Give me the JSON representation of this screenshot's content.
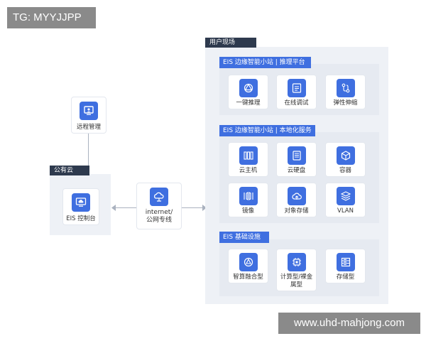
{
  "watermarks": {
    "top_left": "TG: MYYJJPP",
    "bottom_right": "www.uhd-mahjong.com"
  },
  "public_cloud": {
    "title": "公有云",
    "console_label": "EIS 控制台",
    "console_icon": "cloud-monitor-icon"
  },
  "remote": {
    "label": "远程管理",
    "icon": "remote-monitor-icon"
  },
  "network": {
    "label": "internet/\n公网专线",
    "icon": "cloud-network-icon"
  },
  "user_site": {
    "title": "用户现场",
    "sections": [
      {
        "header": "EIS 边缘智能小站 | 推理平台",
        "items": [
          {
            "label": "一键推理",
            "icon": "inference-icon"
          },
          {
            "label": "在线调试",
            "icon": "debug-icon"
          },
          {
            "label": "弹性伸缩",
            "icon": "scaling-icon"
          }
        ]
      },
      {
        "header": "EIS 边缘智能小站 | 本地化服务",
        "items": [
          {
            "label": "云主机",
            "icon": "server-icon"
          },
          {
            "label": "云硬盘",
            "icon": "disk-icon"
          },
          {
            "label": "容器",
            "icon": "container-icon"
          },
          {
            "label": "镜像",
            "icon": "mirror-icon"
          },
          {
            "label": "对象存储",
            "icon": "object-storage-icon"
          },
          {
            "label": "VLAN",
            "icon": "vlan-icon"
          }
        ]
      },
      {
        "header": "EIS 基础设施",
        "items": [
          {
            "label": "智算融合型",
            "icon": "fusion-icon"
          },
          {
            "label": "计算型/裸金\n属型",
            "icon": "chip-icon"
          },
          {
            "label": "存储型",
            "icon": "storage-icon"
          }
        ]
      }
    ]
  },
  "colors": {
    "accent": "#3f6fe0",
    "panel": "#eef1f6",
    "dark_label": "#2e3a4e"
  }
}
